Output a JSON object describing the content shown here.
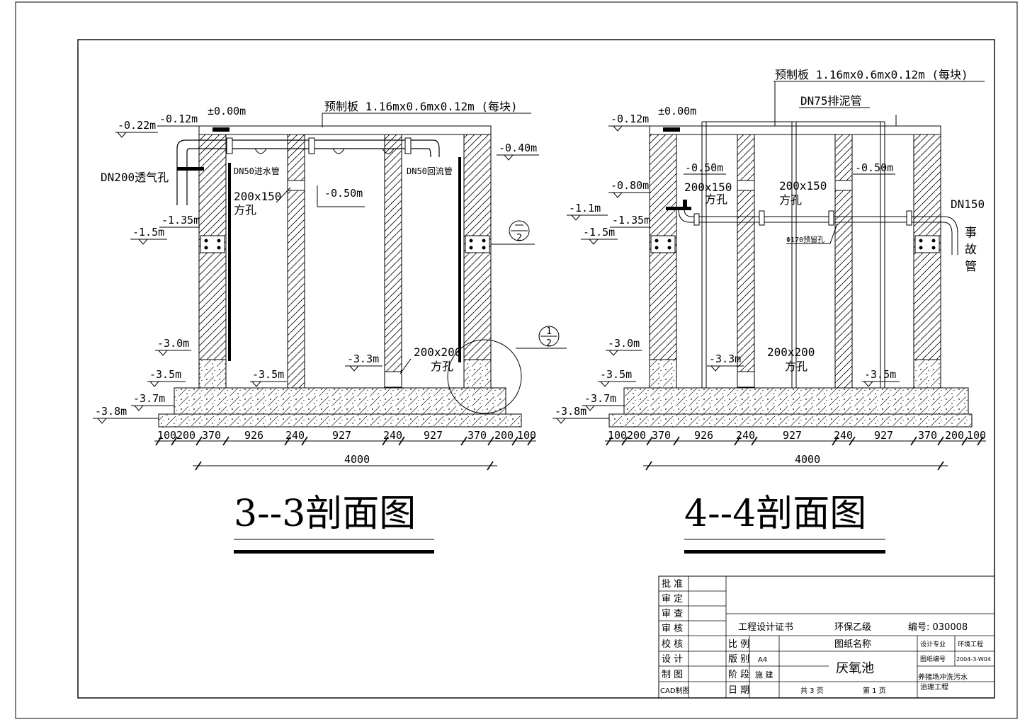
{
  "sec33": {
    "title": "3--3剖面图",
    "slab": "预制板  1.16mx0.6mx0.12m (每块)",
    "el_000": "±0.00m",
    "el_012": "-0.12m",
    "el_022": "-0.22m",
    "el_040": "-0.40m",
    "el_050": "-0.50m",
    "el_135": "-1.35m",
    "el_15": "-1.5m",
    "el_30": "-3.0m",
    "el_33": "-3.3m",
    "el_35a": "-3.5m",
    "el_35b": "-3.5m",
    "el_37": "-3.7m",
    "el_38": "-3.8m",
    "vent": "DN200透气孔",
    "inlet": "DN50进水管",
    "return": "DN50回流管",
    "hole1a": "200x150",
    "hole1b": "方孔",
    "hole2a": "200x200",
    "hole2b": "方孔",
    "det1_top": "一",
    "det1_bot": "2",
    "det2_top": "1",
    "det2_bot": "2",
    "dims": [
      "100",
      "200",
      "370",
      "926",
      "240",
      "927",
      "240",
      "927",
      "370",
      "200",
      "100"
    ],
    "total": "4000"
  },
  "sec44": {
    "title": "4--4剖面图",
    "slab": "预制板  1.16mx0.6mx0.12m (每块)",
    "sludge": "DN75排泥管",
    "el_000": "±0.00m",
    "el_012": "-0.12m",
    "el_050a": "-0.50m",
    "el_050b": "-0.50m",
    "el_080": "-0.80m",
    "el_11": "-1.1m",
    "el_135": "-1.35m",
    "el_15": "-1.5m",
    "el_30": "-3.0m",
    "el_33": "-3.3m",
    "el_35a": "-3.5m",
    "el_35b": "-3.5m",
    "el_37": "-3.7m",
    "el_38": "-3.8m",
    "hole1a": "200x150",
    "hole1b": "方孔",
    "hole2a": "200x150",
    "hole2b": "方孔",
    "hole3a": "200x200",
    "hole3b": "方孔",
    "dn150": "DN150",
    "emerg": [
      "事",
      "故",
      "管"
    ],
    "pre_hole": "Φ170预留孔",
    "dims": [
      "100",
      "200",
      "370",
      "926",
      "240",
      "927",
      "240",
      "927",
      "370",
      "200",
      "100"
    ],
    "total": "4000"
  },
  "titleblock": {
    "roles": [
      "批 准",
      "审 定",
      "审 查",
      "审 核",
      "校 核",
      "设 计",
      "制 图",
      "CAD制图"
    ],
    "cert": "工程设计证书",
    "grade": "环保乙级",
    "code": "编号: 030008",
    "scale": "比 例",
    "size": "版 别",
    "size_val": "A4",
    "stage": "阶 段",
    "stage_val": "施 建",
    "date": "日 期",
    "drawing_name_label": "图纸名称",
    "drawing_name": "厌氧池",
    "pages": "共  3  页",
    "page": "第  1  页",
    "major": "设计专业",
    "major_val": "环境工程",
    "drawno": "图纸编号",
    "drawno_val": "2004-3-W04",
    "project1": "养猪场冲洗污水",
    "project2": "治理工程"
  }
}
